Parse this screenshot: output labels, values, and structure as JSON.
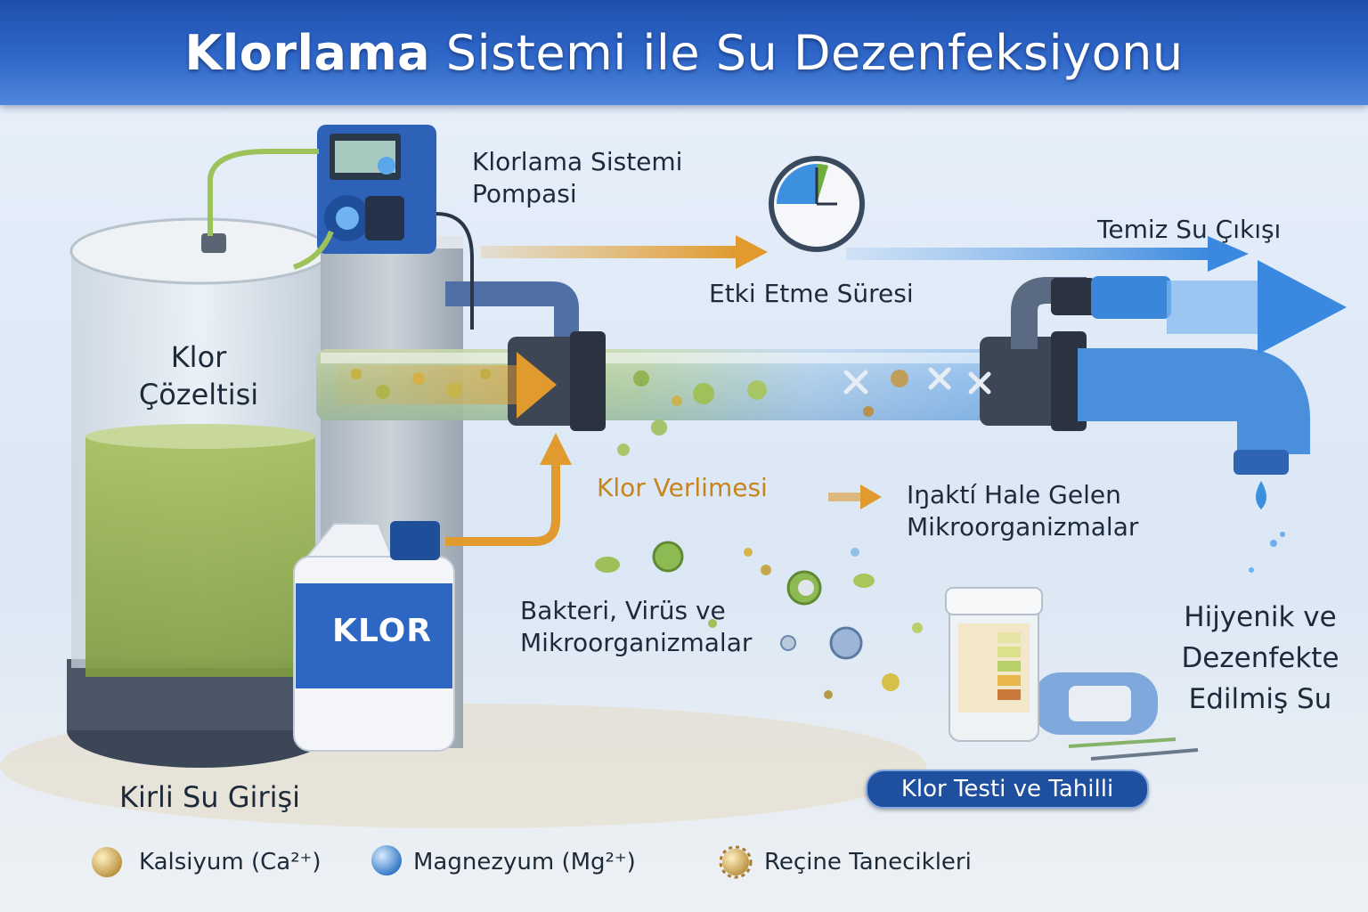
{
  "title": {
    "bold": "Klorlama",
    "rest": "Sistemi ile Su Dezenfeksiyonu"
  },
  "labels": {
    "pump_line1": "Klorlama Sistemi",
    "pump_line2": "Pompasi",
    "contact_time": "Etki Etme Süresi",
    "clean_out": "Temiz Su Çıkışı",
    "chlorine_line1": "Klor",
    "chlorine_line2": "Çözeltisi",
    "dosing": "Klor Verlimesi",
    "inactive_line1": "Iŋaktí Hale Gelen",
    "inactive_line2": "Mikroorganizmalar",
    "microbes_line1": "Bakteri, Virüs ve",
    "microbes_line2": "Mikroorganizmalar",
    "hygienic_line1": "Hijyenik ve",
    "hygienic_line2": "Dezenfekte",
    "hygienic_line3": "Edilmiş Su",
    "dirty_in": "Kirli Su Girişi",
    "jug": "KLOR",
    "test_badge": "Klor Testi ve Tahilli"
  },
  "legend": [
    {
      "label": "Kalsiyum (Ca²⁺)",
      "color": "#d9b46a"
    },
    {
      "label": "Magnezyum (Mg²⁺)",
      "color": "#4f92d8"
    },
    {
      "label": "Reçine Tanecikleri",
      "color": "#c99a3c"
    }
  ],
  "icons": [
    "clock-icon",
    "pump-icon",
    "tank-icon",
    "chlorine-jug-icon",
    "pipe-icon",
    "faucet-icon",
    "test-kit-icon",
    "arrow-icon"
  ],
  "colors": {
    "header": "#2f68c9",
    "arrow_orange": "#e09a2e",
    "arrow_blue": "#3d8fe0",
    "water_green": "#8fb04a"
  }
}
